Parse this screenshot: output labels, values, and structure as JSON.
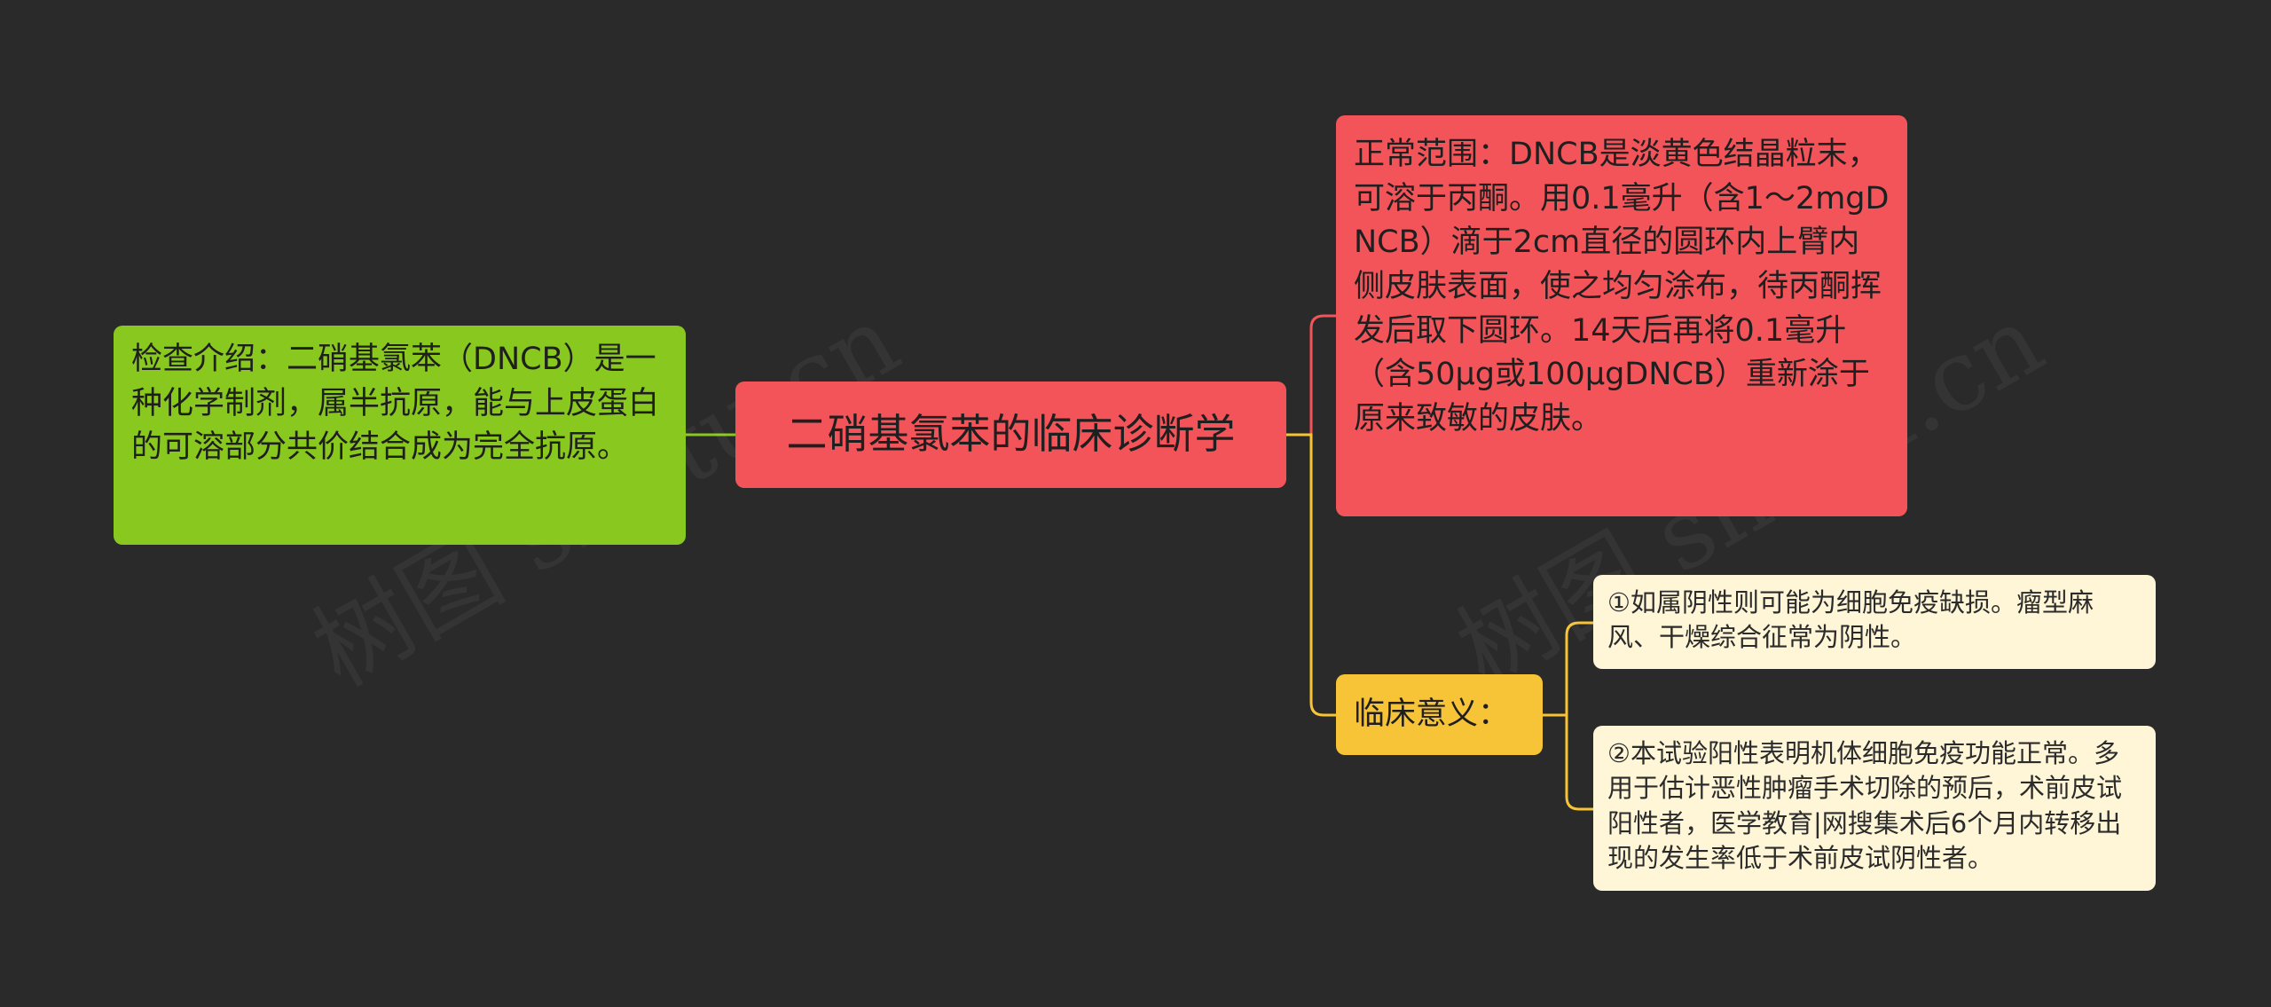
{
  "colors": {
    "background": "#2a2a2a",
    "root": "#f25459",
    "left_branch": "#88c81f",
    "range_node": "#f25459",
    "significance_node": "#f8c437",
    "leaf_nodes": "#fff6d7",
    "connector_left": "#88c81f",
    "connector_range": "#f25459",
    "connector_significance": "#f8c437"
  },
  "watermark": "树图 shutu.cn",
  "mindmap": {
    "root": "二硝基氯苯的临床诊断学",
    "left": {
      "text": "检查介绍：二硝基氯苯（DNCB）是一种化学制剂，属半抗原，能与上皮蛋白的可溶部分共价结合成为完全抗原。"
    },
    "range": {
      "text": "正常范围：DNCB是淡黄色结晶粒末，可溶于丙酮。用0.1毫升（含1～2mgDNCB）滴于2cm直径的圆环内上臂内侧皮肤表面，使之均匀涂布，待丙酮挥发后取下圆环。14天后再将0.1毫升（含50μg或100μgDNCB）重新涂于原来致敏的皮肤。"
    },
    "significance": {
      "label": "临床意义：",
      "items": [
        {
          "text": "①如属阴性则可能为细胞免疫缺损。瘤型麻风、干燥综合征常为阴性。"
        },
        {
          "text": "②本试验阳性表明机体细胞免疫功能正常。多用于估计恶性肿瘤手术切除的预后，术前皮试阳性者，医学教育|网搜集术后6个月内转移出现的发生率低于术前皮试阴性者。"
        }
      ]
    }
  }
}
